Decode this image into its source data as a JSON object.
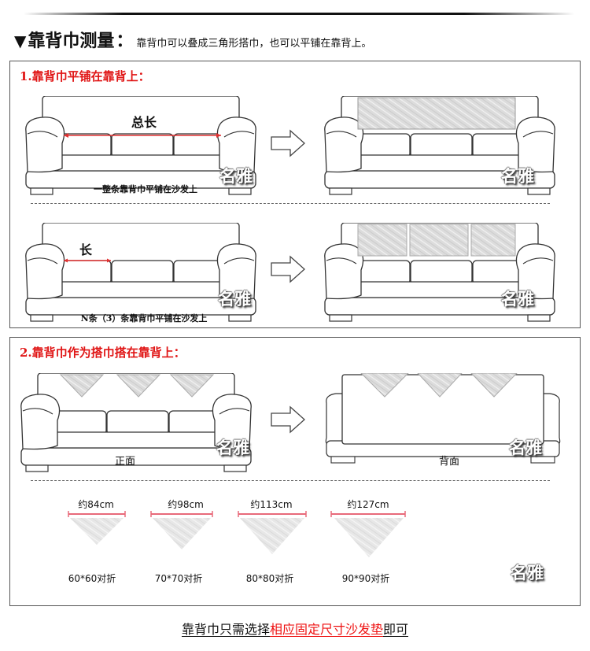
{
  "header": {
    "marker": "▼",
    "title": "靠背巾测量",
    "colon": "：",
    "description": "靠背巾可以叠成三角形搭巾，也可以平铺在靠背上。"
  },
  "section1": {
    "title": "1.靠背巾平铺在靠背上：",
    "row1": {
      "measure_label": "总长",
      "caption": "一整条靠背巾平铺在沙发上"
    },
    "row2": {
      "measure_label": "长",
      "caption": "N条（3）条靠背巾平铺在沙发上"
    }
  },
  "section2": {
    "title": "2.靠背巾作为搭巾搭在靠背上：",
    "front_label": "正面",
    "back_label": "背面",
    "sizes": [
      {
        "width": "约84cm",
        "fold": "60*60对折"
      },
      {
        "width": "约98cm",
        "fold": "70*70对折"
      },
      {
        "width": "约113cm",
        "fold": "80*80对折"
      },
      {
        "width": "约127cm",
        "fold": "90*90对折"
      }
    ]
  },
  "watermark": "名雅",
  "footer": {
    "prefix": "靠背巾只需选择",
    "highlight": "相应固定尺寸沙发垫",
    "suffix": "即可"
  },
  "colors": {
    "accent_red": "#e01515",
    "measure_line": "#e86a7a",
    "fabric_gray": "#d9d9d9",
    "border": "#555555"
  }
}
